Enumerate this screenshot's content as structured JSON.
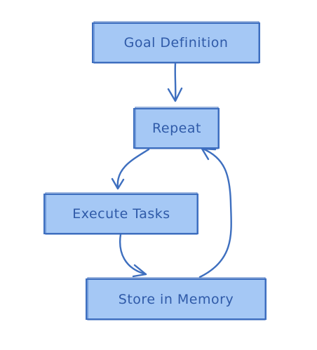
{
  "diagram": {
    "nodes": {
      "goal": {
        "label": "Goal Definition"
      },
      "repeat": {
        "label": "Repeat"
      },
      "execute": {
        "label": "Execute Tasks"
      },
      "store": {
        "label": "Store in Memory"
      }
    },
    "edges": [
      {
        "from": "Goal Definition",
        "to": "Repeat"
      },
      {
        "from": "Repeat",
        "to": "Execute Tasks"
      },
      {
        "from": "Execute Tasks",
        "to": "Store in Memory"
      },
      {
        "from": "Store in Memory",
        "to": "Repeat"
      }
    ],
    "colors": {
      "node_fill": "#a5c8f5",
      "node_stroke": "#3e6fbf",
      "text": "#2f5aa8",
      "edge": "#3e6fbf",
      "background": "#ffffff"
    }
  }
}
